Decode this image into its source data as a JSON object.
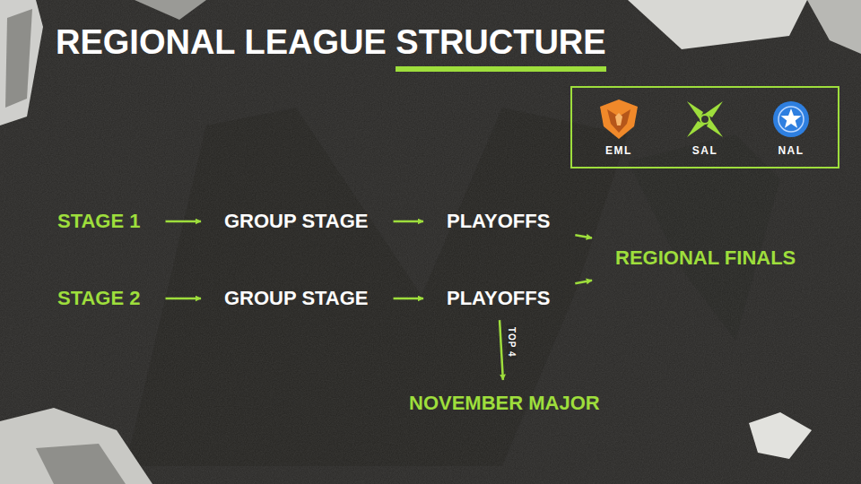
{
  "diagram": {
    "title": "REGIONAL LEAGUE STRUCTURE",
    "nodes": [
      {
        "text": [
          "EML",
          "SAL",
          "NAL"
        ]
      },
      {
        "text": [
          "STAGE 1"
        ]
      },
      {
        "text": [
          "GROUP STAGE"
        ]
      },
      {
        "text": [
          "PLAYOFFS"
        ]
      },
      {
        "text": [
          "REGIONAL FINALS"
        ]
      },
      {
        "text": [
          "STAGE 2"
        ]
      },
      {
        "text": [
          "GROUP STAGE"
        ]
      },
      {
        "text": [
          "PLAYOFFS"
        ]
      },
      {
        "text": [
          "NOVEMBER MAJOR"
        ]
      }
    ],
    "edges": [
      {
        "from": 1,
        "to": 2,
        "arrow": "to"
      },
      {
        "from": 2,
        "to": 3,
        "arrow": "to"
      },
      {
        "from": 3,
        "to": 4,
        "arrow": "to"
      },
      {
        "from": 5,
        "to": 6,
        "arrow": "to"
      },
      {
        "from": 6,
        "to": 7,
        "arrow": "to"
      },
      {
        "from": 7,
        "to": 4,
        "arrow": "to"
      },
      {
        "from": 7,
        "to": 8,
        "label": "TOP 4",
        "arrow": "to"
      }
    ]
  }
}
